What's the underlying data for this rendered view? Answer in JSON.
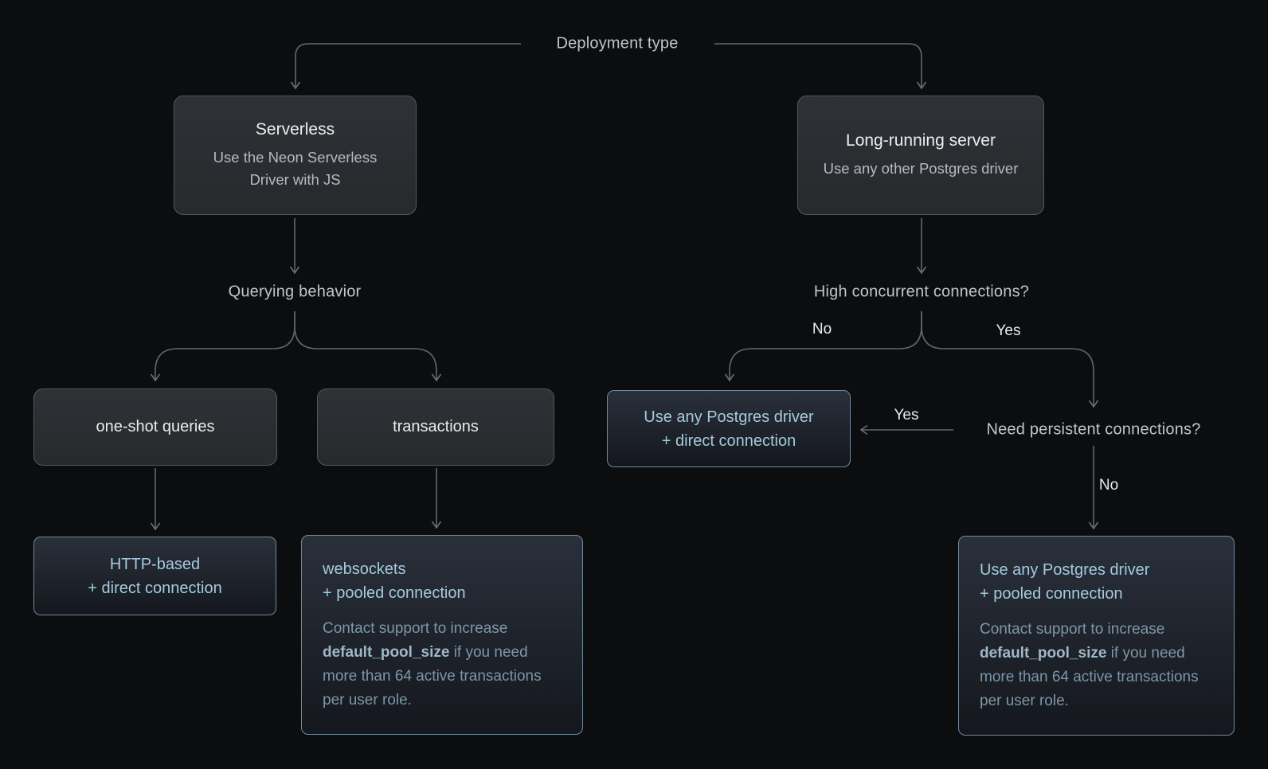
{
  "labels": {
    "deployment_type": "Deployment type",
    "querying_behavior": "Querying behavior",
    "high_concurrent": "High concurrent connections?",
    "need_persistent": "Need persistent connections?",
    "high_concurrent_no": "No",
    "high_concurrent_yes": "Yes",
    "persistent_yes": "Yes",
    "persistent_no": "No"
  },
  "nodes": {
    "serverless": {
      "title": "Serverless",
      "subtitle": "Use the Neon Serverless Driver with JS"
    },
    "long_running": {
      "title": "Long-running server",
      "subtitle": "Use any other Postgres driver"
    },
    "one_shot": {
      "title": "one-shot queries"
    },
    "transactions": {
      "title": "transactions"
    },
    "http_direct": {
      "line1": "HTTP-based",
      "line2": "+ direct connection"
    },
    "any_driver_direct": {
      "line1": "Use any Postgres driver",
      "line2": "+ direct connection"
    },
    "websockets_pooled": {
      "line1": "websockets",
      "line2": "+ pooled connection",
      "note_pre": "Contact support to increase ",
      "note_bold": "default_pool_size",
      "note_post": " if you need more than 64 active transactions per user role."
    },
    "any_driver_pooled": {
      "line1": "Use any Postgres driver",
      "line2": "+ pooled connection",
      "note_pre": "Contact support to increase ",
      "note_bold": "default_pool_size",
      "note_post": " if you need more than 64 active transactions per user role."
    }
  },
  "colors": {
    "background": "#0c0d0f",
    "line": "#63666c",
    "label_text": "#c1c4ca",
    "decision_text": "#e9ebee",
    "gray_box_bg_top": "#2f3136",
    "gray_box_bg_bottom": "#27292d",
    "gray_box_border": "#54575d",
    "gray_box_title": "#eceef0",
    "gray_box_subtitle": "#b6bac1",
    "blue_box_bg_top": "#2a303b",
    "blue_box_bg_bottom": "#14171d",
    "blue_box_border": "#74899b",
    "blue_box_title": "#a4cadc",
    "blue_box_note": "#7d96a7",
    "blue_box_note_bold": "#9fb8c8"
  }
}
